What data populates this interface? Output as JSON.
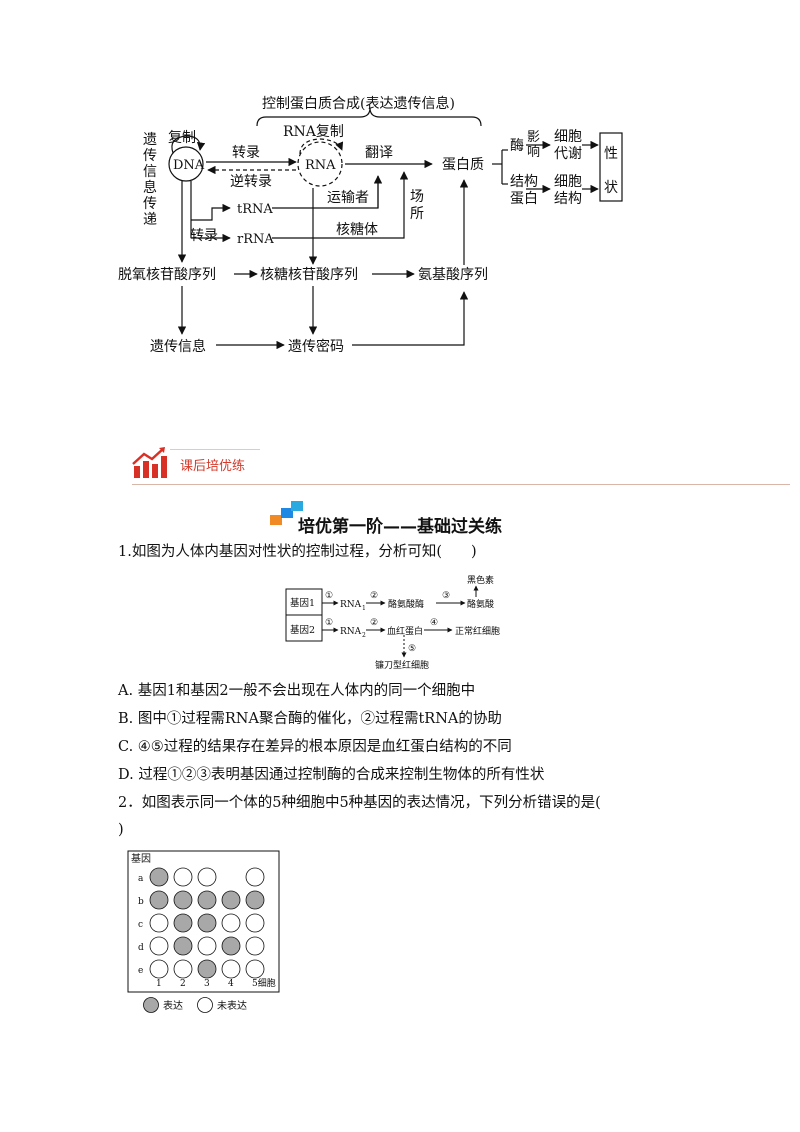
{
  "diagram1": {
    "top_label": "控制蛋白质合成(表达遗传信息)",
    "side_label_chars": [
      "遗",
      "传",
      "信",
      "息",
      "传",
      "递"
    ],
    "replication": "复制",
    "dna": "DNA",
    "rna_replication": "RNA复制",
    "transcription": "转录",
    "reverse_transcription": "逆转录",
    "rna": "RNA",
    "translation": "翻译",
    "protein": "蛋白质",
    "trna": "tRNA",
    "rrna": "rRNA",
    "transcription2": "转录",
    "transporter": "运输者",
    "ribosome": "核糖体",
    "site_chars": [
      "场",
      "所"
    ],
    "enzyme": "酶",
    "influence_chars": [
      "影",
      "响"
    ],
    "cell_metabolism_lines": [
      "细胞",
      "代谢"
    ],
    "structural_protein_lines": [
      "结构",
      "蛋白"
    ],
    "cell_structure_lines": [
      "细胞",
      "结构"
    ],
    "trait_chars": [
      "性",
      "状"
    ],
    "deoxy_seq": "脱氧核苷酸序列",
    "ribo_seq": "核糖核苷酸序列",
    "aa_seq": "氨基酸序列",
    "genetic_info": "遗传信息",
    "genetic_code": "遗传密码"
  },
  "section": {
    "label": "课后培优练",
    "stage_title": "培优第一阶——基础过关练"
  },
  "q1": {
    "stem": "1.如图为人体内基因对性状的控制过程，分析可知(　　)",
    "fig": {
      "gene1": "基因1",
      "gene2": "基因2",
      "step1": "①",
      "step2": "②",
      "step3": "③",
      "step4": "④",
      "step5": "⑤",
      "rna1": "RNA",
      "rna1_sub": "1",
      "rna2": "RNA",
      "rna2_sub": "2",
      "tyrosinase": "酪氨酸酶",
      "tyrosine": "酪氨酸",
      "melanin": "黑色素",
      "hemoglobin": "血红蛋白",
      "normal_rbc": "正常红细胞",
      "sickle_cell": "镰刀型红细胞"
    },
    "options": [
      "A. 基因1和基因2一般不会出现在人体内的同一个细胞中",
      "B. 图中①过程需RNA聚合酶的催化，②过程需tRNA的协助",
      "C. ④⑤过程的结果存在差异的根本原因是血红蛋白结构的不同",
      "D. 过程①②③表明基因通过控制酶的合成来控制生物体的所有性状"
    ]
  },
  "q2": {
    "stem_line1": "2．如图表示同一个体的5种细胞中5种基因的表达情况，下列分析错误的是(",
    "stem_line2": ")",
    "fig": {
      "gene_label": "基因",
      "row_labels": [
        "a",
        "b",
        "c",
        "d",
        "e"
      ],
      "col_labels": [
        "1",
        "2",
        "3",
        "4",
        "5细胞"
      ],
      "expression": [
        [
          1,
          0,
          0,
          null,
          0
        ],
        [
          1,
          1,
          1,
          1,
          1
        ],
        [
          0,
          1,
          1,
          0,
          0
        ],
        [
          0,
          1,
          0,
          1,
          0
        ],
        [
          0,
          0,
          1,
          0,
          0
        ]
      ],
      "legend_expressed": "表达",
      "legend_not_expressed": "未表达",
      "expressed_color": "#a8a8a8"
    }
  }
}
